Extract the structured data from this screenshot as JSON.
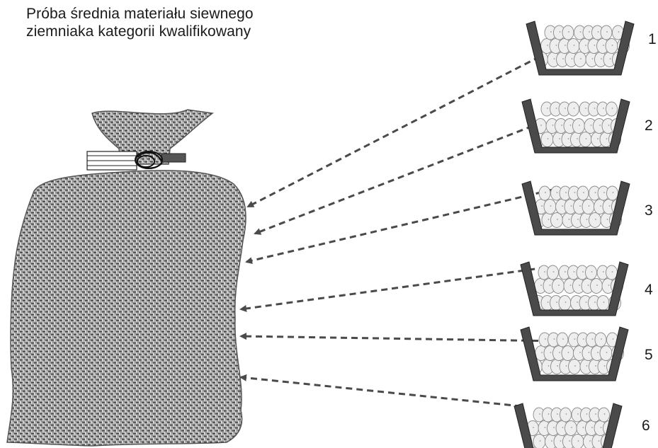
{
  "title": {
    "line1": "Próba średnia materiału siewnego",
    "line2": "ziemniaka kategorii kwalifikowany"
  },
  "crates": [
    {
      "label": "1"
    },
    {
      "label": "2"
    },
    {
      "label": "3"
    },
    {
      "label": "4"
    },
    {
      "label": "5"
    },
    {
      "label": "6"
    }
  ],
  "colors": {
    "ink": "#1a1a1a",
    "crate": "#4a4a4a",
    "potato_fill": "#eeeeee",
    "sack": "#8c8c8c"
  },
  "icons": [
    "sack-icon",
    "crate-icon",
    "potato-icon",
    "label-tag-icon",
    "knot-icon"
  ]
}
